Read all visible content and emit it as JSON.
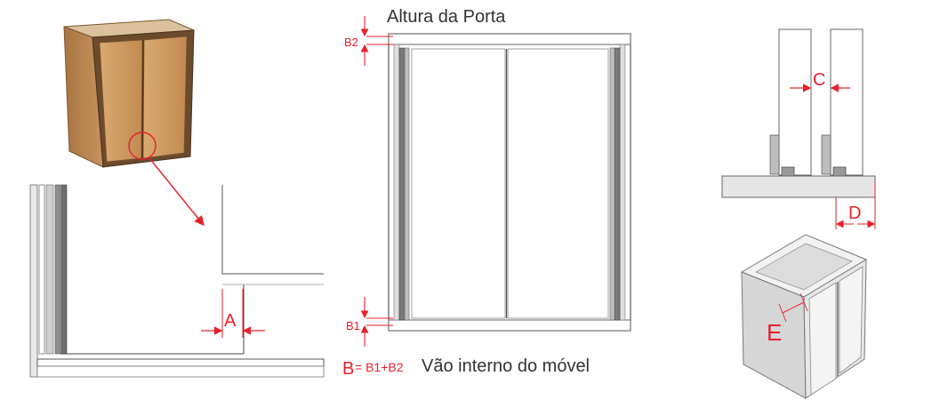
{
  "labels": {
    "door_height": "Altura da Porta",
    "b2": "B2",
    "b1": "B1",
    "b_formula_b": "B",
    "b_formula_rest": "= B1+B2",
    "internal_span": "Vão interno do móvel",
    "a": "A",
    "c": "C",
    "d": "D",
    "e": "E"
  },
  "colors": {
    "annotation_red": "#e8202a",
    "text_dark": "#333333",
    "wood": "#c8955c",
    "wood_dark": "#8a5a2e",
    "panel_gray": "#d9d9d9",
    "line": "#555555"
  }
}
